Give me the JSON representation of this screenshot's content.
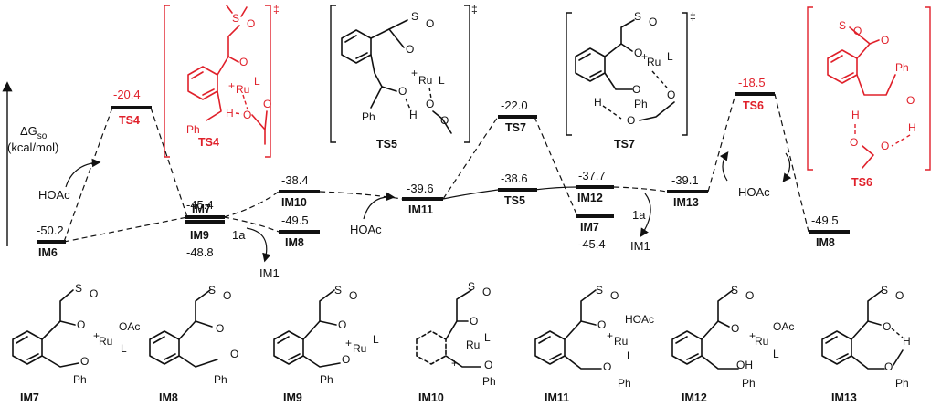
{
  "axis": {
    "label": "ΔG",
    "sub": "sol",
    "unit": "(kcal/mol)"
  },
  "levels": [
    {
      "id": "IM6",
      "label": "IM6",
      "value": "-50.2"
    },
    {
      "id": "TS4",
      "label": "TS4",
      "value": "-20.4"
    },
    {
      "id": "IM7a",
      "label": "IM7",
      "value": "-45.4"
    },
    {
      "id": "IM9",
      "label": "IM9",
      "value": "-48.8"
    },
    {
      "id": "IM10",
      "label": "IM10",
      "value": "-38.4"
    },
    {
      "id": "IM8a",
      "label": "IM8",
      "value": "-49.5"
    },
    {
      "id": "IM11",
      "label": "IM11",
      "value": "-39.6"
    },
    {
      "id": "TS7",
      "label": "TS7",
      "value": "-22.0"
    },
    {
      "id": "TS5",
      "label": "TS5",
      "value": "-38.6"
    },
    {
      "id": "IM12",
      "label": "IM12",
      "value": "-37.7"
    },
    {
      "id": "IM7b",
      "label": "IM7",
      "value": "-45.4"
    },
    {
      "id": "IM13",
      "label": "IM13",
      "value": "-39.1"
    },
    {
      "id": "TS6",
      "label": "TS6",
      "value": "-18.5"
    },
    {
      "id": "IM8b",
      "label": "IM8",
      "value": "-49.5"
    }
  ],
  "reagents": {
    "hoac1": "HOAc",
    "hoac2": "HOAc",
    "hoac3": "HOAc",
    "a1": "1a",
    "a2": "1a",
    "im1a": "IM1",
    "im1b": "IM1"
  },
  "ts_labels": {
    "ts4": "TS4",
    "ts5": "TS5",
    "ts7": "TS7",
    "ts6": "TS6"
  },
  "ts_mark": "‡",
  "atoms": {
    "S": "S",
    "O": "O",
    "Ru": "Ru",
    "L": "L",
    "H": "H",
    "Ph": "Ph",
    "OAc": "OAc",
    "HOAc": "HOAc",
    "OH": "OH",
    "plus": "+"
  },
  "bottom_labels": [
    "IM7",
    "IM8",
    "IM9",
    "IM10",
    "IM11",
    "IM12",
    "IM13"
  ],
  "colors": {
    "accent": "#e0202a",
    "ink": "#111111"
  }
}
